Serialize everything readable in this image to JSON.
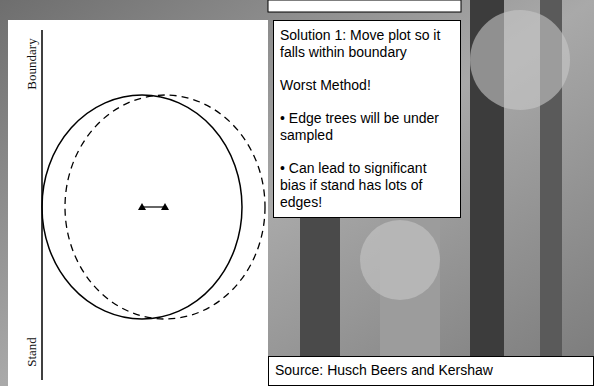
{
  "diagram": {
    "nodes": [
      {
        "text": [
          "Solution 1: Move plot so it falls within boundary",
          "Worst Method!",
          "• Edge trees will be under sampled",
          "• Can lead to significant bias if stand has lots of edges!"
        ]
      },
      {
        "text": [
          "Source: Husch Beers and Kershaw"
        ]
      }
    ],
    "labels": [
      "Boundary",
      "Stand"
    ]
  }
}
